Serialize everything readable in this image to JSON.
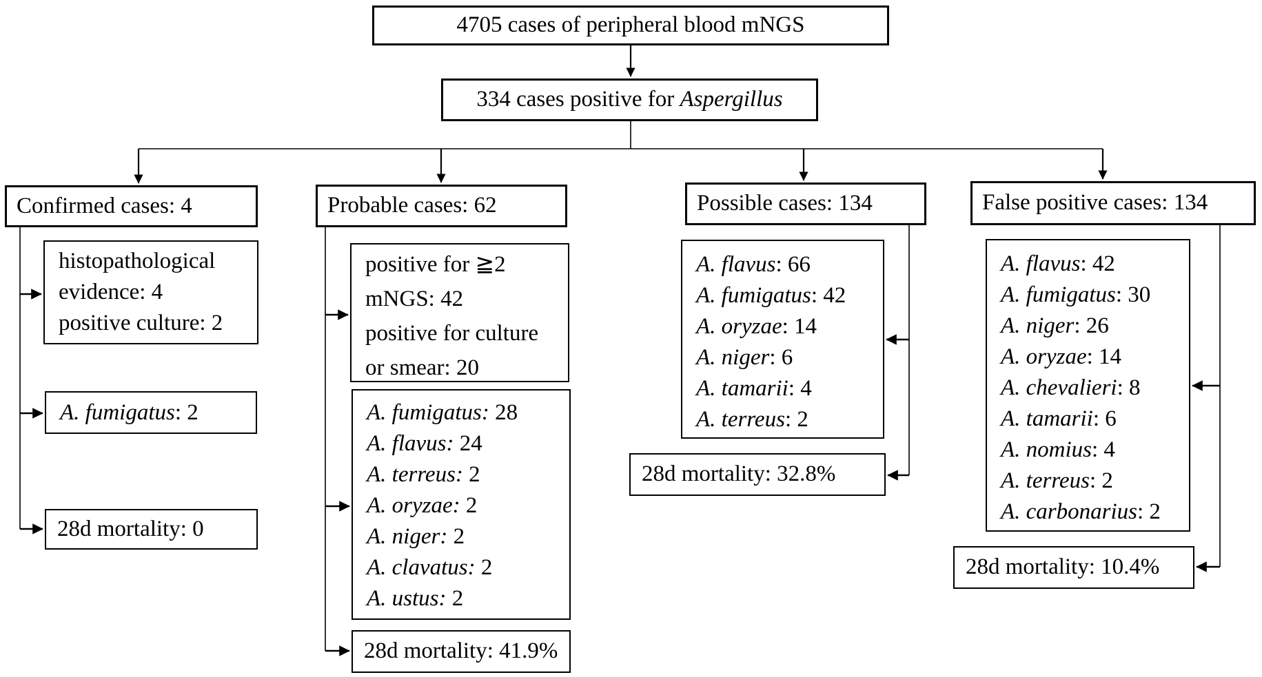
{
  "page": {
    "background_color": "#ffffff",
    "line_color": "#000000",
    "text_color": "#000000"
  },
  "flow": {
    "root_label": "4705 cases of peripheral blood mNGS",
    "branch_label_prefix": "334 cases positive for ",
    "branch_label_italic": "Aspergillus"
  },
  "columns": [
    {
      "header": "Confirmed cases: 4",
      "evidence_lines": [
        "histopathological",
        "evidence: 4",
        "positive culture: 2"
      ],
      "species": [
        {
          "name": "A. fumigatus",
          "rest": ": 2"
        }
      ],
      "mortality": "28d mortality: 0"
    },
    {
      "header": "Probable cases: 62",
      "evidence_lines": [
        "positive for ≧2",
        "mNGS: 42",
        "positive for culture",
        "or smear: 20"
      ],
      "species": [
        {
          "name": "A. fumigatus:",
          "rest": " 28"
        },
        {
          "name": "A. flavus:",
          "rest": " 24"
        },
        {
          "name": "A. terreus:",
          "rest": " 2"
        },
        {
          "name": "A. oryzae:",
          "rest": " 2"
        },
        {
          "name": "A. niger:",
          "rest": " 2"
        },
        {
          "name": "A. clavatus:",
          "rest": " 2"
        },
        {
          "name": "A. ustus:",
          "rest": " 2"
        }
      ],
      "mortality": "28d mortality: 41.9%"
    },
    {
      "header": "Possible cases: 134",
      "species": [
        {
          "name": "A. flavus",
          "rest": ": 66"
        },
        {
          "name": "A. fumigatus",
          "rest": ": 42"
        },
        {
          "name": "A. oryzae",
          "rest": ": 14"
        },
        {
          "name": "A. niger",
          "rest": ": 6"
        },
        {
          "name": "A. tamarii",
          "rest": ": 4"
        },
        {
          "name": "A. terreus",
          "rest": ": 2"
        }
      ],
      "mortality": "28d mortality: 32.8%"
    },
    {
      "header": "False positive cases: 134",
      "species": [
        {
          "name": "A. flavus",
          "rest": ": 42"
        },
        {
          "name": "A. fumigatus",
          "rest": ": 30"
        },
        {
          "name": "A. niger",
          "rest": ": 26"
        },
        {
          "name": "A. oryzae",
          "rest": ": 14"
        },
        {
          "name": "A. chevalieri",
          "rest": ": 8"
        },
        {
          "name": "A. tamarii",
          "rest": ": 6"
        },
        {
          "name": "A. nomius",
          "rest": ": 4"
        },
        {
          "name": "A. terreus",
          "rest": ": 2"
        },
        {
          "name": "A. carbonarius",
          "rest": ": 2"
        }
      ],
      "mortality": "28d mortality: 10.4%"
    }
  ]
}
